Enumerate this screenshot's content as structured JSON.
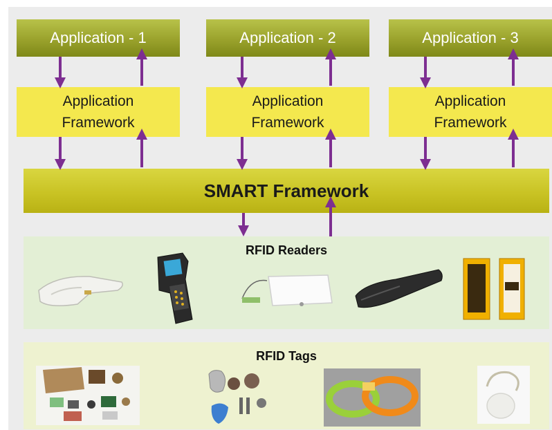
{
  "applications": [
    {
      "label": "Application - 1"
    },
    {
      "label": "Application - 2"
    },
    {
      "label": "Application - 3"
    }
  ],
  "frameworks": [
    {
      "line1": "Application",
      "line2": "Framework"
    },
    {
      "line1": "Application",
      "line2": "Framework"
    },
    {
      "line1": "Application",
      "line2": "Framework"
    }
  ],
  "smart_framework": {
    "label": "SMART Framework"
  },
  "readers": {
    "title": "RFID Readers",
    "items": [
      "handheld-scanner",
      "mobile-computer",
      "antenna-pad",
      "wand-reader",
      "gate-reader"
    ]
  },
  "tags": {
    "title": "RFID Tags",
    "items": [
      "tag-assortment",
      "key-fob-tags",
      "wristband-tags",
      "cable-tie-tag"
    ]
  },
  "colors": {
    "arrow": "#7d2e91",
    "app_box": "#9aa22c",
    "framework_box": "#f4e84e",
    "smart_bar": "#c9c324",
    "readers_band": "#e3efd5",
    "tags_band": "#eef2d0",
    "background": "#ececec"
  }
}
